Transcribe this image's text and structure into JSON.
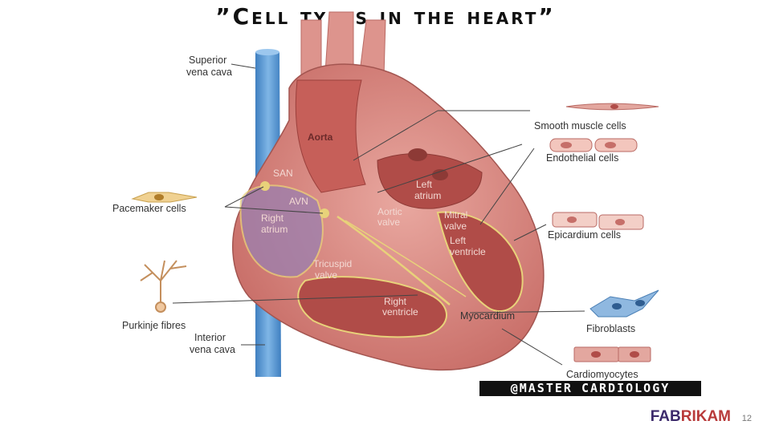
{
  "title": "”Cell types in the heart”",
  "labels": {
    "superior_vena_cava": [
      "Superior",
      "vena cava"
    ],
    "inferior_vena_cava": [
      "Interior",
      "vena cava"
    ],
    "pacemaker_cells": "Pacemaker cells",
    "purkinje_fibres": "Purkinje fibres",
    "smooth_muscle_cells": "Smooth muscle cells",
    "endothelial_cells": "Endothelial cells",
    "epicardium_cells": "Epicardium cells",
    "fibroblasts": "Fibroblasts",
    "cardiomyocytes": "Cardiomyocytes",
    "aorta": "Aorta",
    "san": "SAN",
    "avn": "AVN",
    "right_atrium": [
      "Right",
      "atrium"
    ],
    "left_atrium": [
      "Left",
      "atrium"
    ],
    "aortic_valve": [
      "Aortic",
      "valve"
    ],
    "mitral_valve": [
      "Mitral",
      "valve"
    ],
    "left_ventricle": [
      "Left",
      "ventricle"
    ],
    "tricuspid_valve": [
      "Tricuspid",
      "valve"
    ],
    "right_ventricle": [
      "Right",
      "ventricle"
    ],
    "myocardium": "Myocardium"
  },
  "watermark": "@MASTER CARDIOLOGY",
  "brand": {
    "part1": "FAB",
    "part2": "RIKAM"
  },
  "page_number": "12",
  "colors": {
    "heart": "#d98c86",
    "heart_dark": "#b5534f",
    "vena_cava": "#5b9bd5",
    "conduction": "#e8d27a"
  }
}
